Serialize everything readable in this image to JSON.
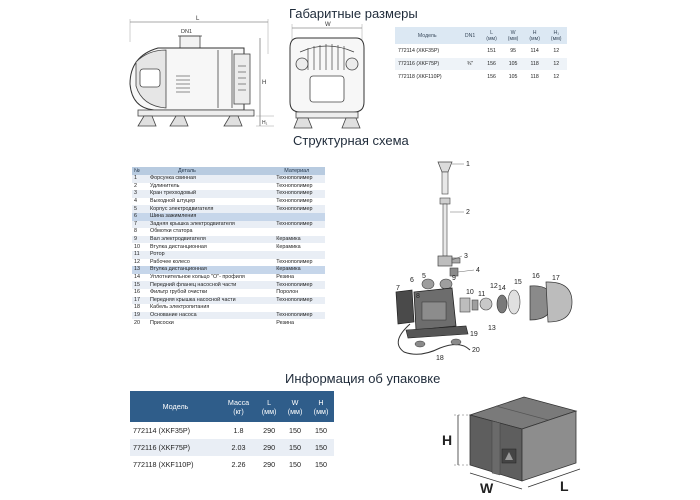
{
  "dimensions": {
    "title": "Габаритные размеры",
    "drawing_labels": {
      "L": "L",
      "DN1": "DN1",
      "W": "W",
      "H": "H",
      "H1": "H₁"
    },
    "table": {
      "headers": [
        {
          "main": "Модель",
          "unit": ""
        },
        {
          "main": "DN1",
          "unit": ""
        },
        {
          "main": "L",
          "unit": "(мм)"
        },
        {
          "main": "W",
          "unit": "(мм)"
        },
        {
          "main": "H",
          "unit": "(мм)"
        },
        {
          "main": "H₁",
          "unit": "(мм)"
        }
      ],
      "rows": [
        [
          "772114 (XKF35P)",
          "",
          "151",
          "95",
          "114",
          "12"
        ],
        [
          "772116 (XKF75P)",
          "¾\"",
          "156",
          "105",
          "118",
          "12"
        ],
        [
          "772118 (XKF110P)",
          "",
          "156",
          "105",
          "118",
          "12"
        ]
      ]
    }
  },
  "structure": {
    "title": "Структурная схема",
    "headers": [
      "№",
      "Деталь",
      "Материал"
    ],
    "rows": [
      [
        "1",
        "Форсунка свинная",
        "Технополимер"
      ],
      [
        "2",
        "Удлинитель",
        "Технополимер"
      ],
      [
        "3",
        "Кран трехходовый",
        "Технополимер"
      ],
      [
        "4",
        "Выходной штуцер",
        "Технополимер"
      ],
      [
        "5",
        "Корпус электродвигателя",
        "Технополимер"
      ],
      [
        "6",
        "Шина зажимления",
        ""
      ],
      [
        "7",
        "Задняя крышка электродвигателя",
        "Технополимер"
      ],
      [
        "8",
        "Обмотки статора",
        ""
      ],
      [
        "9",
        "Вал электродвигателя",
        "Керамика"
      ],
      [
        "10",
        "Втулка дистанционная",
        "Керамика"
      ],
      [
        "11",
        "Ротор",
        ""
      ],
      [
        "12",
        "Рабочее колесо",
        "Технополимер"
      ],
      [
        "13",
        "Втулка дистанционная",
        "Керамика"
      ],
      [
        "14",
        "Уплотнительное кольцо \"O\"- профиля",
        "Резина"
      ],
      [
        "15",
        "Передний фланец насосной части",
        "Технополимер"
      ],
      [
        "16",
        "Фильтр грубой очистки",
        "Поролон"
      ],
      [
        "17",
        "Передняя крышка насосной части",
        "Технополимер"
      ],
      [
        "18",
        "Кабель электропитания",
        ""
      ],
      [
        "19",
        "Основание насоса",
        "Технополимер"
      ],
      [
        "20",
        "Присоски",
        "Резина"
      ]
    ],
    "diagram_labels": [
      "1",
      "2",
      "3",
      "4",
      "5",
      "6",
      "7",
      "8",
      "9",
      "10",
      "11",
      "12",
      "13",
      "14",
      "15",
      "16",
      "17",
      "18",
      "19",
      "20"
    ]
  },
  "packing": {
    "title": "Информация об упаковке",
    "headers": [
      {
        "main": "Модель",
        "unit": ""
      },
      {
        "main": "Масса",
        "unit": "(кг)"
      },
      {
        "main": "L",
        "unit": "(мм)"
      },
      {
        "main": "W",
        "unit": "(мм)"
      },
      {
        "main": "H",
        "unit": "(мм)"
      }
    ],
    "rows": [
      [
        "772114 (XKF35P)",
        "1.8",
        "290",
        "150",
        "150"
      ],
      [
        "772116 (XKF75P)",
        "2.03",
        "290",
        "150",
        "150"
      ],
      [
        "772118 (XKF110P)",
        "2.26",
        "290",
        "150",
        "150"
      ]
    ],
    "box_labels": {
      "H": "H",
      "W": "W",
      "L": "L"
    }
  }
}
